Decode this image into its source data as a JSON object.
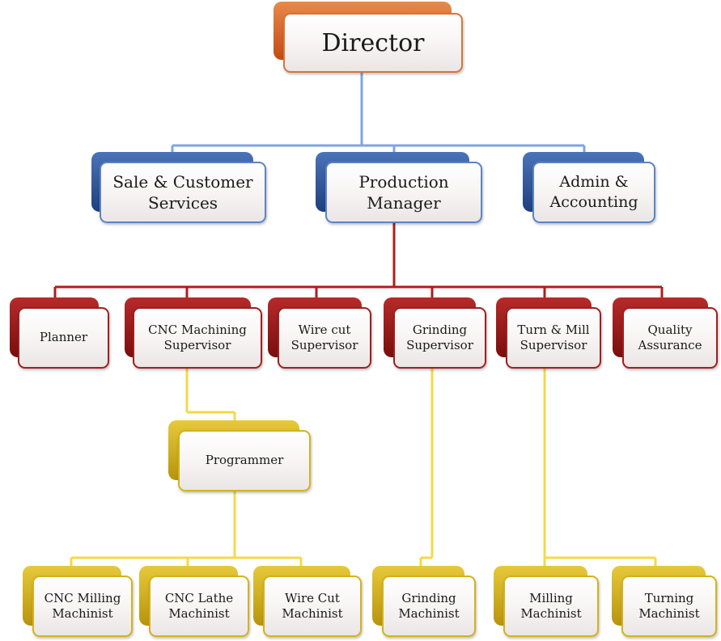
{
  "nodes": {
    "director": "Director",
    "sales": "Sale & Customer Services",
    "production": "Production Manager",
    "admin": "Admin & Accounting",
    "planner": "Planner",
    "cnc_supervisor": "CNC Machining Supervisor",
    "wirecut_supervisor": "Wire cut Supervisor",
    "grinding_supervisor": "Grinding Supervisor",
    "turnmill_supervisor": "Turn & Mill Supervisor",
    "quality": "Quality Assurance",
    "programmer": "Programmer",
    "cnc_milling": "CNC Milling Machinist",
    "cnc_lathe": "CNC Lathe Machinist",
    "wirecut_machinist": "Wire Cut Machinist",
    "grinding_machinist": "Grinding Machinist",
    "milling_machinist": "Milling Machinist",
    "turning_machinist": "Turning Machinist"
  },
  "colors": {
    "level1": "#d9743a",
    "level2": "#4a74b8",
    "level3": "#a01f1f",
    "level4": "#d4b21c",
    "connector_blue": "#7ea6e0",
    "connector_red": "#b01c1c",
    "connector_yellow": "#f5d84a"
  }
}
